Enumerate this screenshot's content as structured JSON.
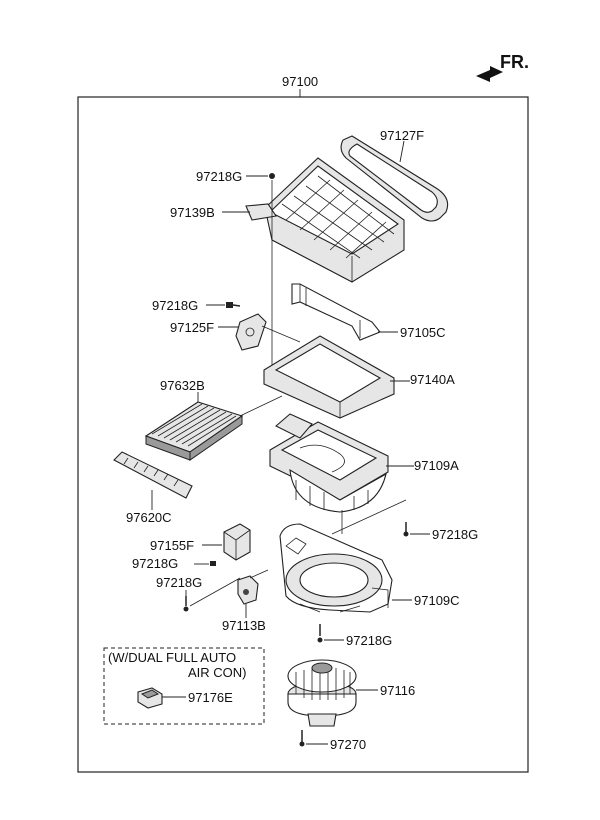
{
  "header": {
    "direction_label": "FR.",
    "assembly_number": "97100"
  },
  "parts": {
    "p97127F": "97127F",
    "p97218G_top": "97218G",
    "p97139B": "97139B",
    "p97218G_2": "97218G",
    "p97105C": "97105C",
    "p97125F": "97125F",
    "p97140A": "97140A",
    "p97632B": "97632B",
    "p97109A": "97109A",
    "p97620C": "97620C",
    "p97218G_right": "97218G",
    "p97155F": "97155F",
    "p97218G_a": "97218G",
    "p97218G_b": "97218G",
    "p97109C": "97109C",
    "p97113B": "97113B",
    "p97218G_bottom": "97218G",
    "p97116": "97116",
    "p97176E": "97176E",
    "p97270": "97270"
  },
  "option_box": {
    "line1": "(W/DUAL FULL AUTO",
    "line2": "AIR CON)"
  }
}
